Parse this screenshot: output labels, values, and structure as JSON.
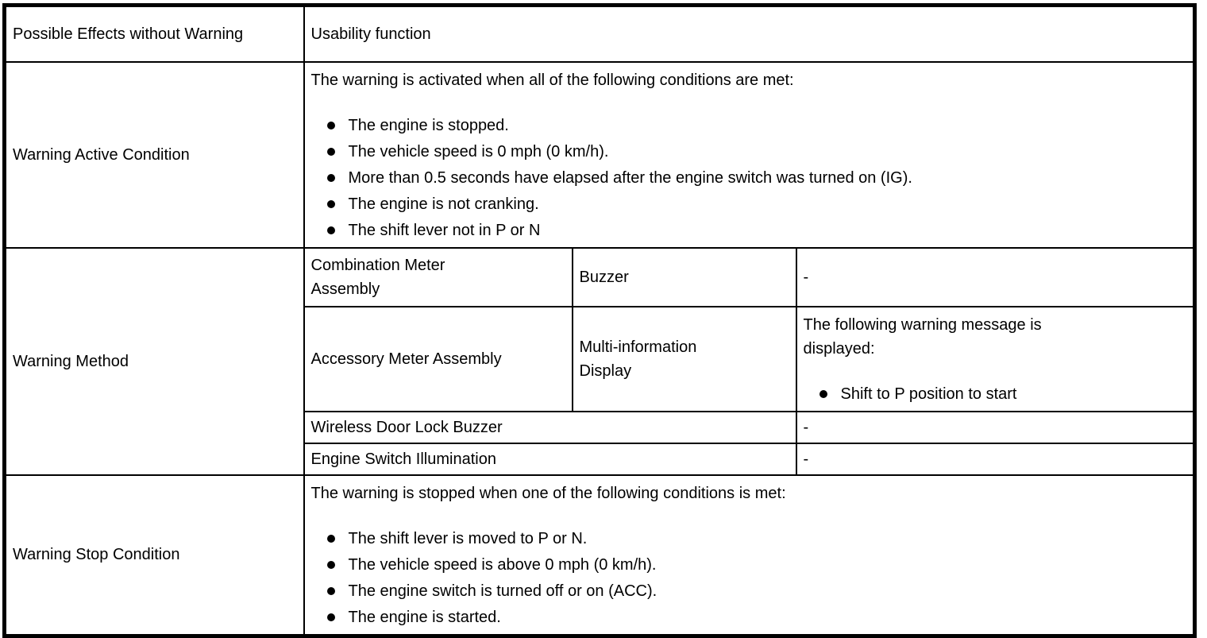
{
  "table": {
    "header": {
      "col1": "Possible Effects without Warning",
      "col2": "Usability function"
    },
    "warning_active": {
      "label": "Warning Active Condition",
      "intro": "The warning is activated when all of the following conditions are met:",
      "bullets": [
        "The engine is stopped.",
        "The vehicle speed is 0 mph (0 km/h).",
        "More than 0.5 seconds have elapsed after the engine switch was turned on (IG).",
        "The engine is not cranking.",
        "The shift lever not in P or N"
      ]
    },
    "warning_method": {
      "label": "Warning Method",
      "rows": [
        {
          "component": "Combination Meter Assembly",
          "sub": "Buzzer",
          "detail": "-"
        },
        {
          "component": "Accessory Meter Assembly",
          "sub": "Multi-information Display",
          "detail_intro": "The following warning message is displayed:",
          "detail_bullets": [
            "Shift to P position to start"
          ]
        },
        {
          "component": "Wireless Door Lock Buzzer",
          "detail": "-"
        },
        {
          "component": "Engine Switch Illumination",
          "detail": "-"
        }
      ]
    },
    "warning_stop": {
      "label": "Warning Stop Condition",
      "intro": "The warning is stopped when one of the following conditions is met:",
      "bullets": [
        "The shift lever is moved to P or N.",
        "The vehicle speed is above 0 mph (0 km/h).",
        "The engine switch is turned off or on (ACC).",
        "The engine is started."
      ]
    }
  }
}
